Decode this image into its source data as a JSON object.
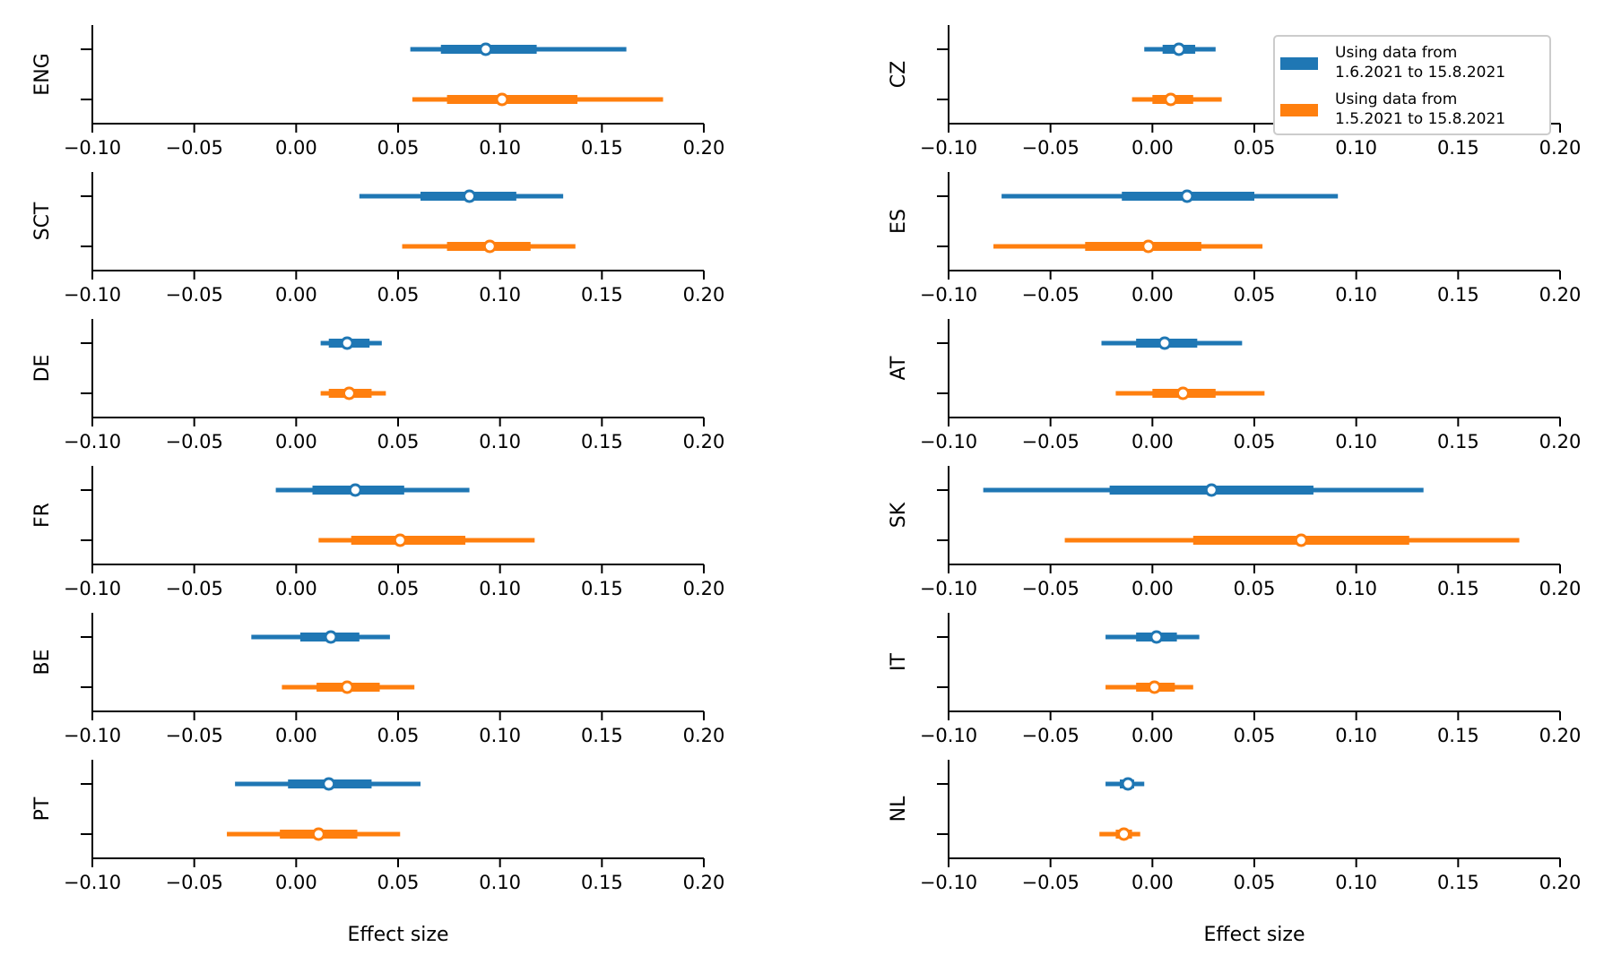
{
  "colors": {
    "recent": "#1f77b4",
    "longer": "#ff7f0e",
    "axis": "#000000"
  },
  "chart_data": {
    "type": "forest",
    "xlim": [
      -0.1,
      0.2
    ],
    "xticks": [
      -0.1,
      -0.05,
      0.0,
      0.05,
      0.1,
      0.15,
      0.2
    ],
    "xtick_labels": [
      "−0.10",
      "−0.05",
      "0.00",
      "0.05",
      "0.10",
      "0.15",
      "0.20"
    ],
    "xlabel": "Effect size",
    "grid": false,
    "legend": {
      "placement": "top-right",
      "entries": [
        {
          "series": "recent",
          "line1": "Using data from",
          "line2": "1.6.2021 to 15.8.2021"
        },
        {
          "series": "longer",
          "line1": "Using data from",
          "line2": "1.5.2021 to 15.8.2021"
        }
      ]
    },
    "series": [
      {
        "id": "recent",
        "name": "Using data from 1.6.2021 to 15.8.2021"
      },
      {
        "id": "longer",
        "name": "Using data from 1.5.2021 to 15.8.2021"
      }
    ],
    "panels": [
      {
        "country": "ENG",
        "column": 0,
        "row": 0,
        "recent": {
          "median": 0.093,
          "inner": [
            0.071,
            0.118
          ],
          "outer": [
            0.056,
            0.162
          ]
        },
        "longer": {
          "median": 0.101,
          "inner": [
            0.074,
            0.138
          ],
          "outer": [
            0.057,
            0.18
          ]
        }
      },
      {
        "country": "SCT",
        "column": 0,
        "row": 1,
        "recent": {
          "median": 0.085,
          "inner": [
            0.061,
            0.108
          ],
          "outer": [
            0.031,
            0.131
          ]
        },
        "longer": {
          "median": 0.095,
          "inner": [
            0.074,
            0.115
          ],
          "outer": [
            0.052,
            0.137
          ]
        }
      },
      {
        "country": "DE",
        "column": 0,
        "row": 2,
        "recent": {
          "median": 0.025,
          "inner": [
            0.016,
            0.036
          ],
          "outer": [
            0.012,
            0.042
          ]
        },
        "longer": {
          "median": 0.026,
          "inner": [
            0.016,
            0.037
          ],
          "outer": [
            0.012,
            0.044
          ]
        }
      },
      {
        "country": "FR",
        "column": 0,
        "row": 3,
        "recent": {
          "median": 0.029,
          "inner": [
            0.008,
            0.053
          ],
          "outer": [
            -0.01,
            0.085
          ]
        },
        "longer": {
          "median": 0.051,
          "inner": [
            0.027,
            0.083
          ],
          "outer": [
            0.011,
            0.117
          ]
        }
      },
      {
        "country": "BE",
        "column": 0,
        "row": 4,
        "recent": {
          "median": 0.017,
          "inner": [
            0.002,
            0.031
          ],
          "outer": [
            -0.022,
            0.046
          ]
        },
        "longer": {
          "median": 0.025,
          "inner": [
            0.01,
            0.041
          ],
          "outer": [
            -0.007,
            0.058
          ]
        }
      },
      {
        "country": "PT",
        "column": 0,
        "row": 5,
        "recent": {
          "median": 0.016,
          "inner": [
            -0.004,
            0.037
          ],
          "outer": [
            -0.03,
            0.061
          ]
        },
        "longer": {
          "median": 0.011,
          "inner": [
            -0.008,
            0.03
          ],
          "outer": [
            -0.034,
            0.051
          ]
        }
      },
      {
        "country": "CZ",
        "column": 1,
        "row": 0,
        "recent": {
          "median": 0.013,
          "inner": [
            0.005,
            0.021
          ],
          "outer": [
            -0.004,
            0.031
          ]
        },
        "longer": {
          "median": 0.009,
          "inner": [
            0.0,
            0.02
          ],
          "outer": [
            -0.01,
            0.034
          ]
        }
      },
      {
        "country": "ES",
        "column": 1,
        "row": 1,
        "recent": {
          "median": 0.017,
          "inner": [
            -0.015,
            0.05
          ],
          "outer": [
            -0.074,
            0.091
          ]
        },
        "longer": {
          "median": -0.002,
          "inner": [
            -0.033,
            0.024
          ],
          "outer": [
            -0.078,
            0.054
          ]
        }
      },
      {
        "country": "AT",
        "column": 1,
        "row": 2,
        "recent": {
          "median": 0.006,
          "inner": [
            -0.008,
            0.022
          ],
          "outer": [
            -0.025,
            0.044
          ]
        },
        "longer": {
          "median": 0.015,
          "inner": [
            0.0,
            0.031
          ],
          "outer": [
            -0.018,
            0.055
          ]
        }
      },
      {
        "country": "SK",
        "column": 1,
        "row": 3,
        "recent": {
          "median": 0.029,
          "inner": [
            -0.021,
            0.079
          ],
          "outer": [
            -0.083,
            0.133
          ]
        },
        "longer": {
          "median": 0.073,
          "inner": [
            0.02,
            0.126
          ],
          "outer": [
            -0.043,
            0.18
          ]
        }
      },
      {
        "country": "IT",
        "column": 1,
        "row": 4,
        "recent": {
          "median": 0.002,
          "inner": [
            -0.008,
            0.012
          ],
          "outer": [
            -0.023,
            0.023
          ]
        },
        "longer": {
          "median": 0.001,
          "inner": [
            -0.008,
            0.011
          ],
          "outer": [
            -0.023,
            0.02
          ]
        }
      },
      {
        "country": "NL",
        "column": 1,
        "row": 5,
        "recent": {
          "median": -0.012,
          "inner": [
            -0.016,
            -0.009
          ],
          "outer": [
            -0.023,
            -0.004
          ]
        },
        "longer": {
          "median": -0.014,
          "inner": [
            -0.018,
            -0.01
          ],
          "outer": [
            -0.026,
            -0.006
          ]
        }
      }
    ]
  }
}
